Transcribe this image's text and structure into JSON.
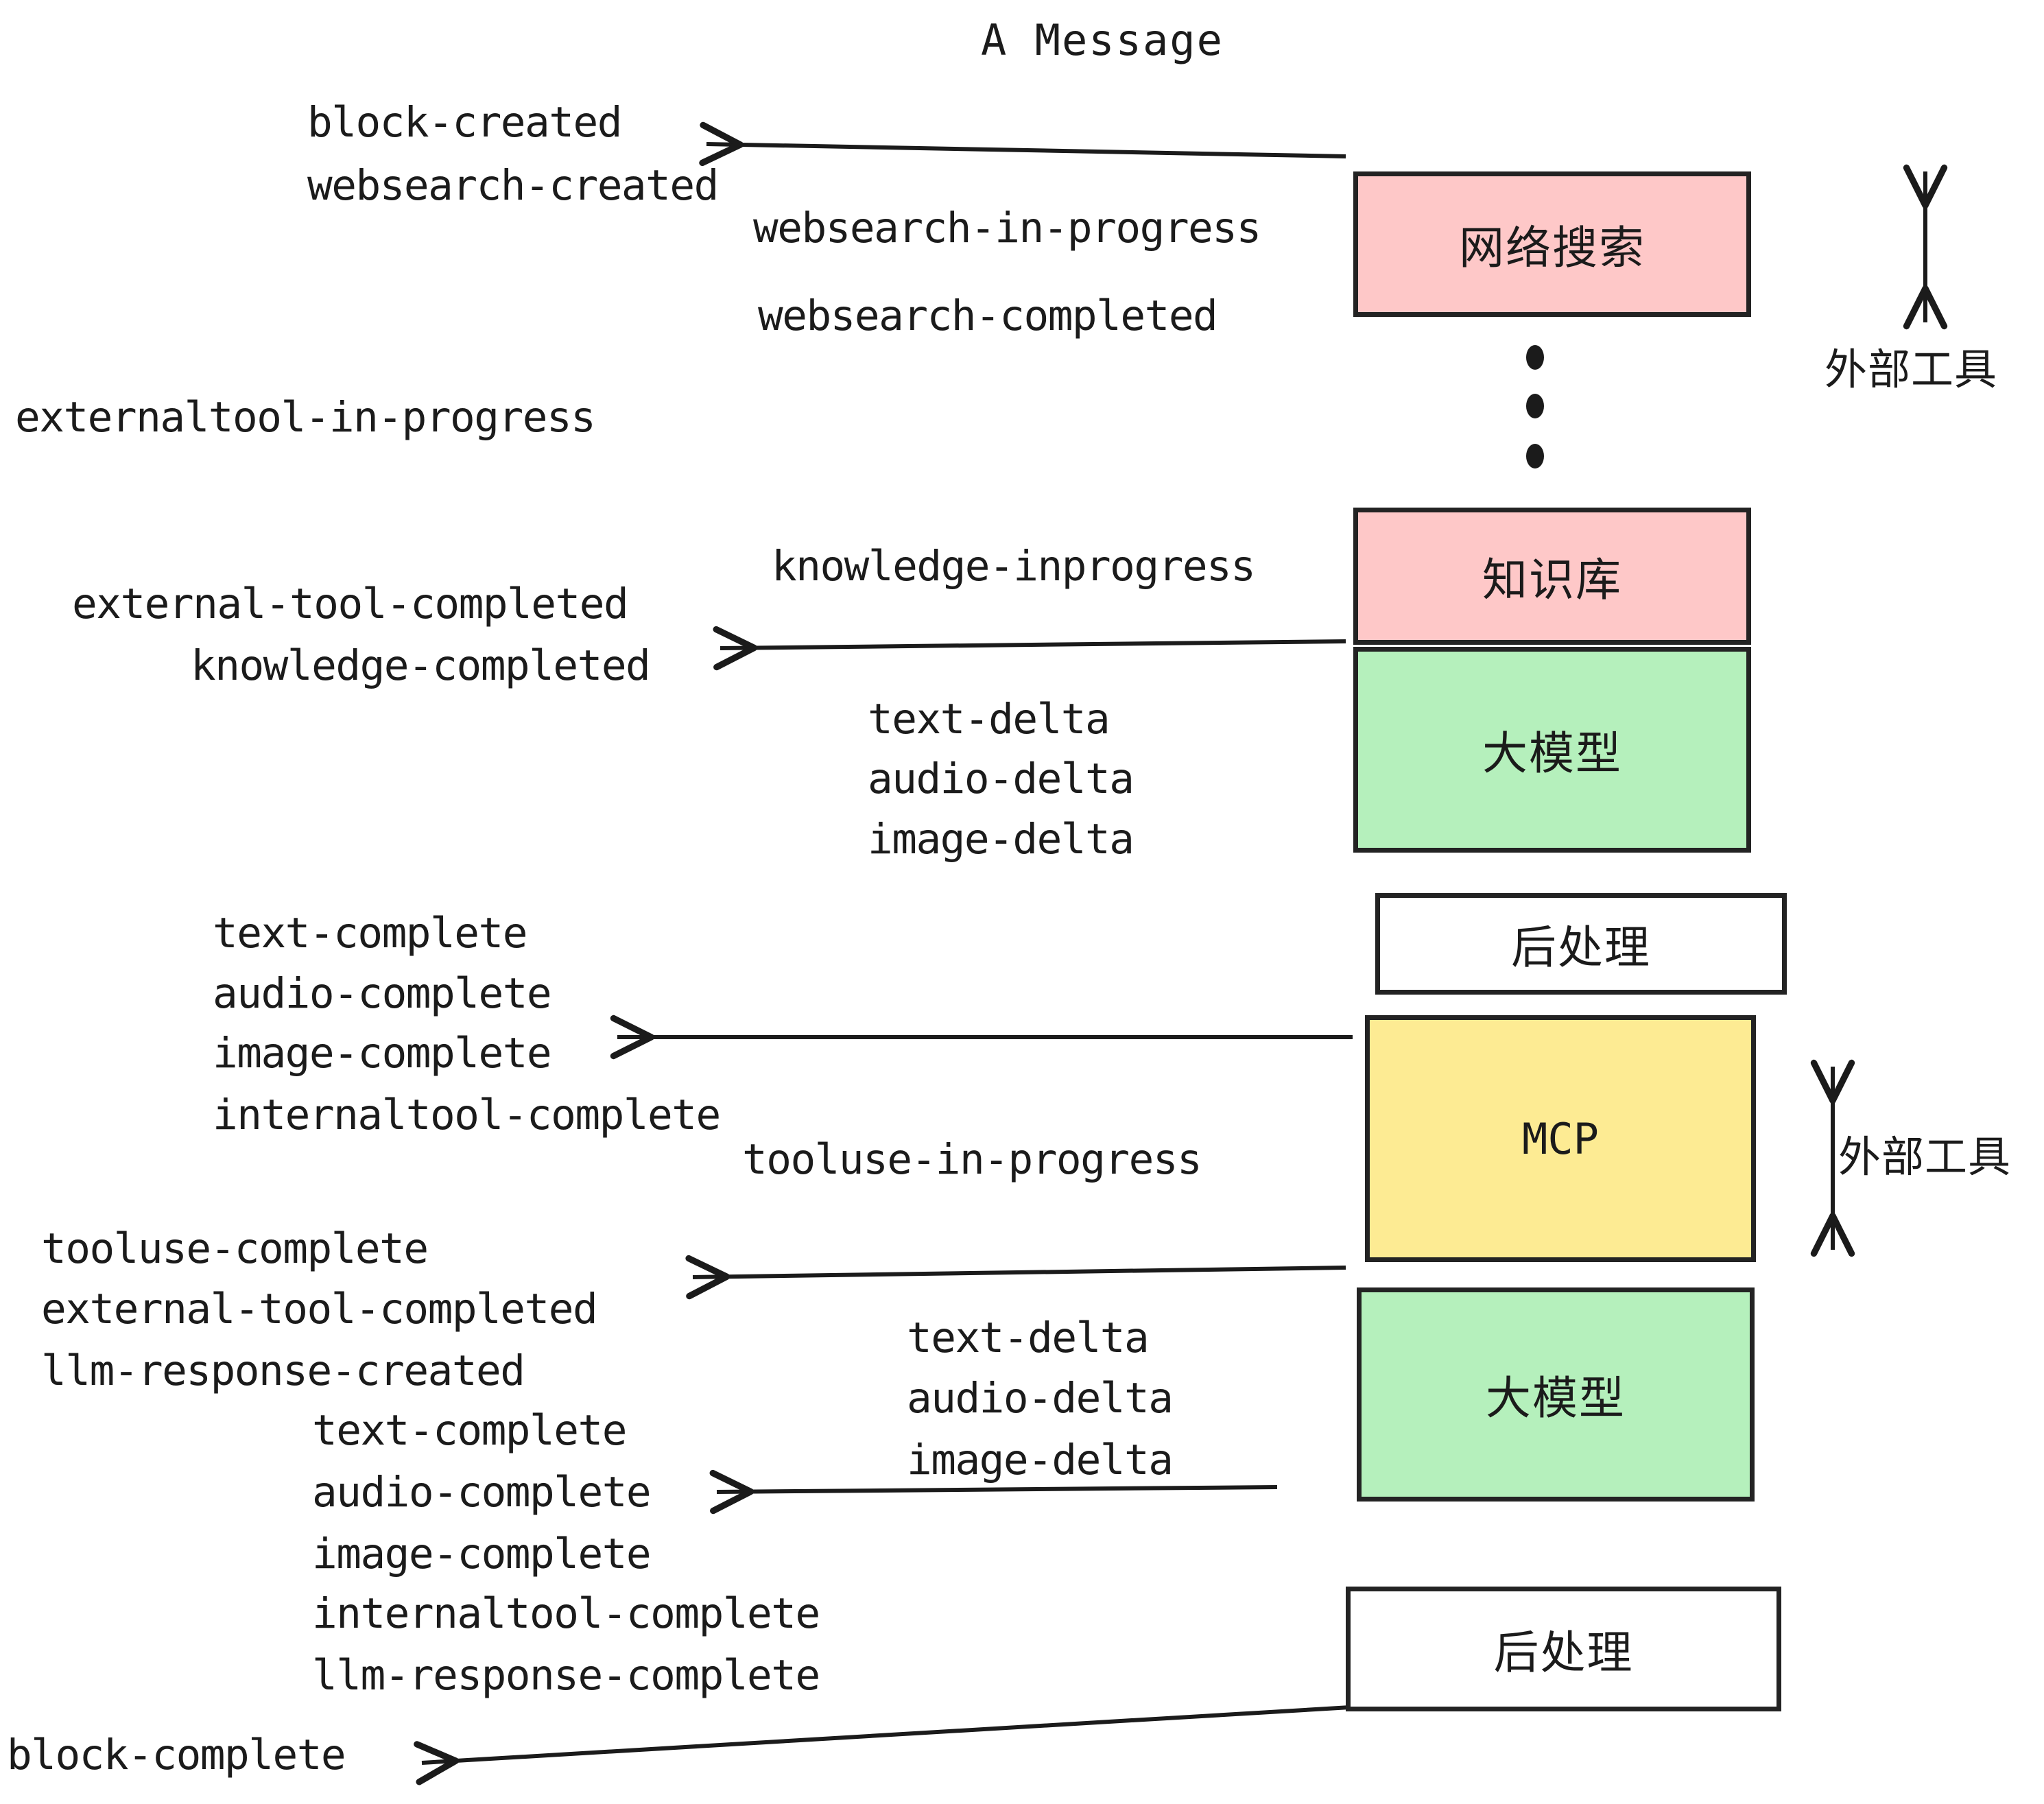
{
  "title": "A Message",
  "colors": {
    "pink": "#FEC8C8",
    "green": "#B5F0BC",
    "yellow": "#FDEB93",
    "white": "#FFFFFF",
    "stroke": "#232323",
    "text": "#1B1B1B",
    "background": "#FFFFFF"
  },
  "boxes": [
    {
      "id": "websearch",
      "label": "网络搜索",
      "fill": "pink"
    },
    {
      "id": "knowledge",
      "label": "知识库",
      "fill": "pink"
    },
    {
      "id": "llm-1",
      "label": "大模型",
      "fill": "green"
    },
    {
      "id": "postprocess-1",
      "label": "后处理",
      "fill": "white"
    },
    {
      "id": "mcp",
      "label": "MCP",
      "fill": "yellow"
    },
    {
      "id": "llm-2",
      "label": "大模型",
      "fill": "green"
    },
    {
      "id": "postprocess-2",
      "label": "后处理",
      "fill": "white"
    }
  ],
  "side_labels": [
    {
      "id": "external-tool-top",
      "label": "外部工具"
    },
    {
      "id": "external-tool-bottom",
      "label": "外部工具"
    }
  ],
  "events": [
    {
      "id": "block-created",
      "label": "block-created"
    },
    {
      "id": "websearch-created",
      "label": "websearch-created"
    },
    {
      "id": "websearch-in-progress",
      "label": "websearch-in-progress"
    },
    {
      "id": "websearch-completed",
      "label": "websearch-completed"
    },
    {
      "id": "externaltool-in-progress",
      "label": "externaltool-in-progress"
    },
    {
      "id": "knowledge-inprogress",
      "label": "knowledge-inprogress"
    },
    {
      "id": "external-tool-completed-1",
      "label": "external-tool-completed"
    },
    {
      "id": "knowledge-completed",
      "label": "knowledge-completed"
    },
    {
      "id": "text-delta-1",
      "label": "text-delta"
    },
    {
      "id": "audio-delta-1",
      "label": "audio-delta"
    },
    {
      "id": "image-delta-1",
      "label": "image-delta"
    },
    {
      "id": "text-complete-1",
      "label": "text-complete"
    },
    {
      "id": "audio-complete-1",
      "label": "audio-complete"
    },
    {
      "id": "image-complete-1",
      "label": "image-complete"
    },
    {
      "id": "internaltool-complete-1",
      "label": "internaltool-complete"
    },
    {
      "id": "tooluse-in-progress",
      "label": "tooluse-in-progress"
    },
    {
      "id": "tooluse-complete",
      "label": "tooluse-complete"
    },
    {
      "id": "external-tool-completed-2",
      "label": "external-tool-completed"
    },
    {
      "id": "llm-response-created",
      "label": "llm-response-created"
    },
    {
      "id": "text-delta-2",
      "label": "text-delta"
    },
    {
      "id": "audio-delta-2",
      "label": "audio-delta"
    },
    {
      "id": "image-delta-2",
      "label": "image-delta"
    },
    {
      "id": "text-complete-2",
      "label": "text-complete"
    },
    {
      "id": "audio-complete-2",
      "label": "audio-complete"
    },
    {
      "id": "image-complete-2",
      "label": "image-complete"
    },
    {
      "id": "internaltool-complete-2",
      "label": "internaltool-complete"
    },
    {
      "id": "llm-response-complete",
      "label": "llm-response-complete"
    },
    {
      "id": "block-complete",
      "label": "block-complete"
    }
  ]
}
